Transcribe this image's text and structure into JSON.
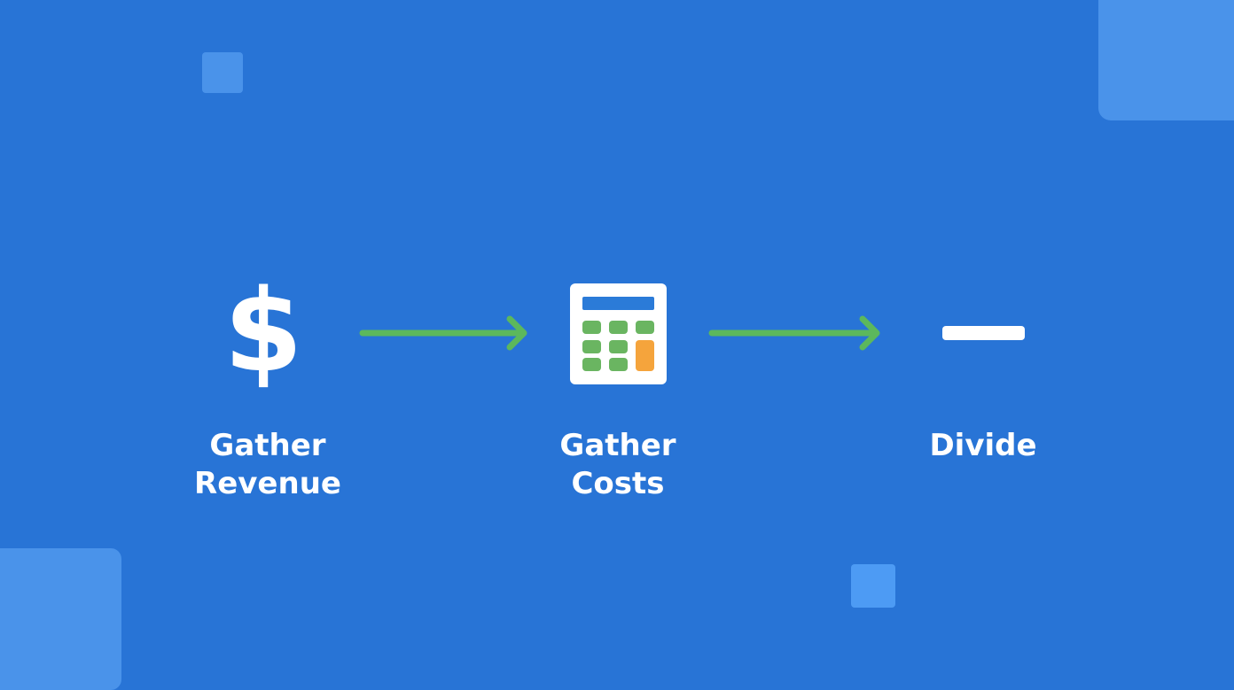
{
  "background_color": "#2874d6",
  "accent_color": "#5cb85c",
  "steps": [
    {
      "icon": "dollar-sign-icon",
      "symbol": "$",
      "label_line1": "Gather",
      "label_line2": "Revenue"
    },
    {
      "icon": "calculator-icon",
      "label_line1": "Gather",
      "label_line2": "Costs"
    },
    {
      "icon": "minus-icon",
      "label_line1": "Divide"
    }
  ],
  "connectors": [
    {
      "from": 0,
      "to": 1,
      "icon": "arrow-right-icon"
    },
    {
      "from": 1,
      "to": 2,
      "icon": "arrow-right-icon"
    }
  ]
}
